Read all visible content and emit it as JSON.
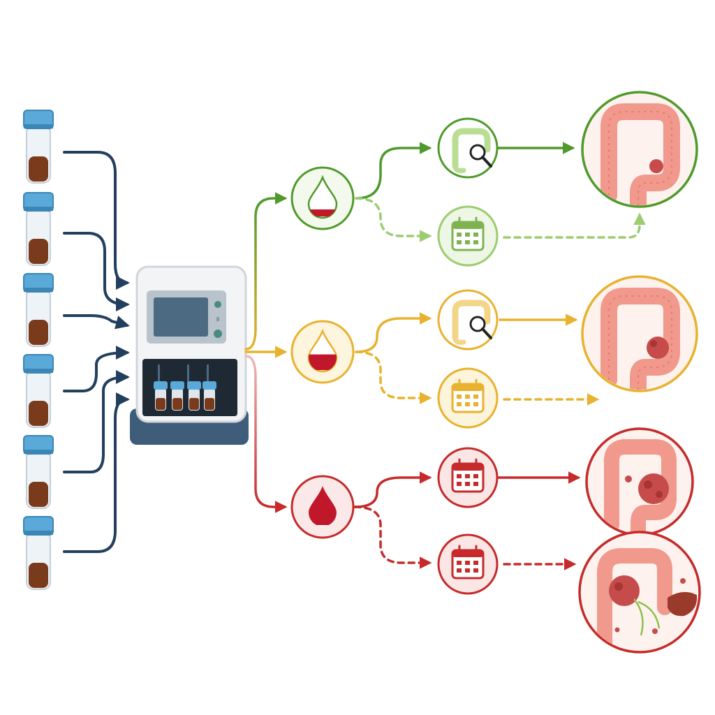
{
  "colors": {
    "navy": "#22405e",
    "green": "#4f9a2b",
    "green_light": "#9ccc70",
    "yellow": "#e8b22e",
    "red": "#c62a2a",
    "tube_cap": "#5aa9d8",
    "stool": "#7a3b1c",
    "tissue": "#f0998c",
    "tumor": "#c64c4c",
    "machine_base": "#3f5c7a",
    "screen": "#4d6a83"
  },
  "samples": {
    "count": 6,
    "icon": "stool-sample-tube-icon"
  },
  "analyzer": {
    "icon": "fit-analyzer-machine-icon",
    "loaded_tubes": 4
  },
  "branches": [
    {
      "id": "low",
      "color": "green",
      "blood_icon": "blood-drop-icon",
      "blood_level": 0.18,
      "primary_action": "colonoscopy-icon",
      "secondary_action": "calendar-icon",
      "primary_outcome": "colon-small-polyp-icon",
      "secondary_outcome": "colon-small-polyp-icon"
    },
    {
      "id": "medium",
      "color": "yellow",
      "blood_icon": "blood-drop-icon",
      "blood_level": 0.4,
      "primary_action": "colonoscopy-icon",
      "secondary_action": "calendar-icon",
      "primary_outcome": "colon-tumor-icon",
      "secondary_outcome": ""
    },
    {
      "id": "high",
      "color": "red",
      "blood_icon": "blood-drop-icon",
      "blood_level": 1.0,
      "primary_action": "calendar-icon",
      "secondary_action": "calendar-icon",
      "primary_outcome": "colon-advanced-tumor-icon",
      "secondary_outcome": "colon-metastatic-cancer-icon"
    }
  ]
}
